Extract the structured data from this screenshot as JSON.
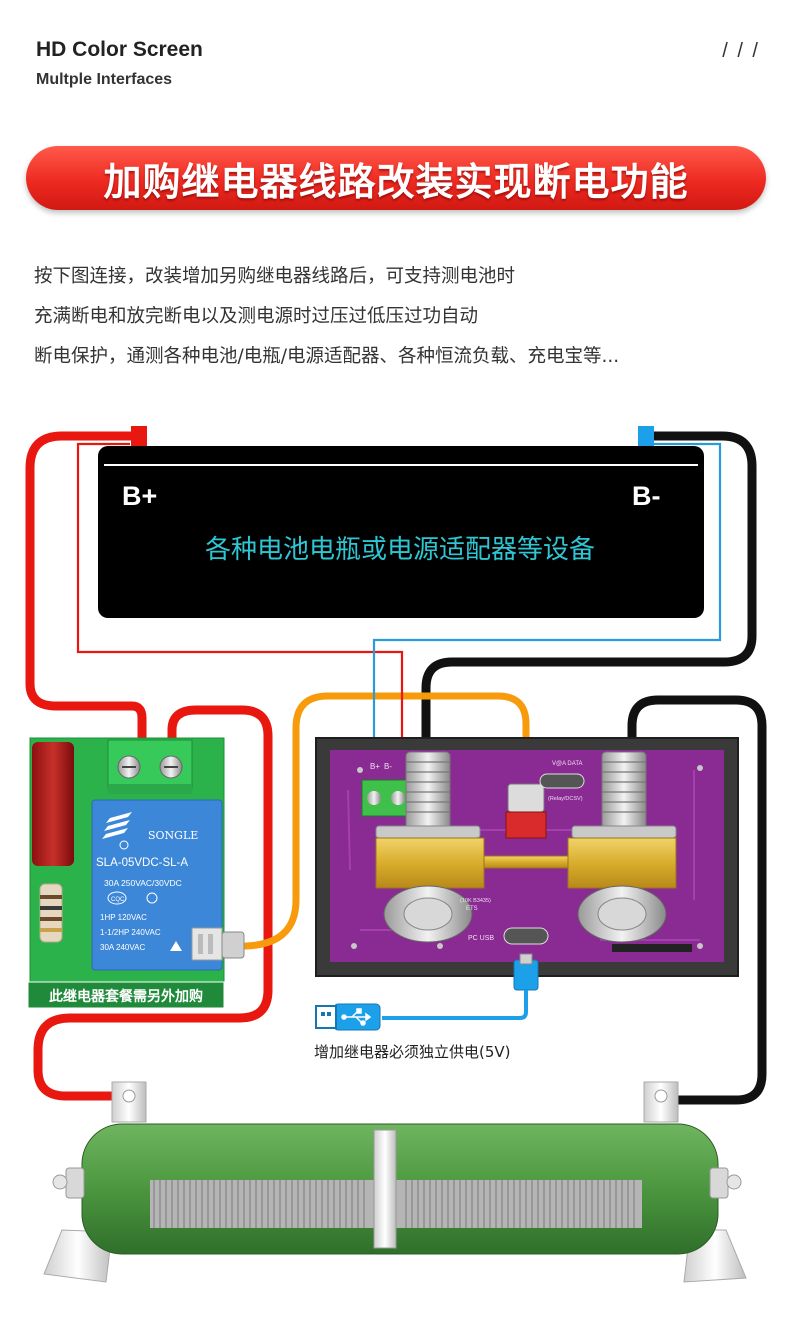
{
  "header": {
    "title": "HD Color Screen",
    "subtitle": "Multple Interfaces",
    "decoration": "/ / /"
  },
  "banner": {
    "text": "加购继电器线路改装实现断电功能"
  },
  "description": {
    "lines": [
      "按下图连接，改装增加另购继电器线路后，可支持测电池时",
      "充满断电和放完断电以及测电源时过压过低压过功自动",
      "断电保护，通测各种电池/电瓶/电源适配器、各种恒流负载、充电宝等..."
    ]
  },
  "battery": {
    "plus_label": "B+",
    "minus_label": "B-",
    "caption": "各种电池电瓶或电源适配器等设备"
  },
  "relay": {
    "brand": "SONGLE",
    "model": "SLA-05VDC-SL-A",
    "rating1": "30A 250VAC/30VDC",
    "cert": "CQC",
    "hp1": "1HP 120VAC",
    "hp2": "1-1/2HP 240VAC",
    "rating2": "30A 240VAC",
    "note": "此继电器套餐需另外加购"
  },
  "meter_pcb": {
    "silk": [
      "B+",
      "B-",
      "V@A DATA",
      "(Relay/DCSV)",
      "ETS",
      "PC USB",
      "(10K B3435)"
    ]
  },
  "usb": {
    "note": "增加继电器必须独立供电(5V)"
  },
  "colors": {
    "red_wire": "#e8170f",
    "black_wire": "#111111",
    "orange_wire": "#f79a0b",
    "blue_wire": "#2a9bd8",
    "cyan_text": "#2fc6d3",
    "pcb": "#8a2a93",
    "relay_blue": "#3d87d8",
    "relay_board": "#2cb24a",
    "resistor": "#4e9a44"
  },
  "icons": [
    "usb-plug-icon",
    "usb-trident-icon",
    "cqc-mark-icon",
    "ul-mark-icon"
  ]
}
